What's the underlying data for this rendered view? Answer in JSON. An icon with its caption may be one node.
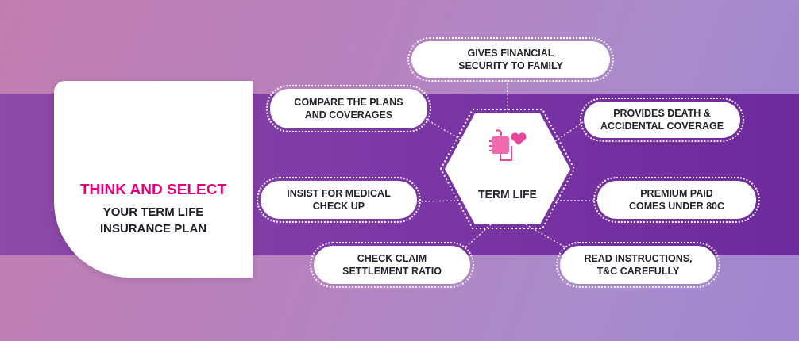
{
  "diagram": {
    "nodes": [
      {
        "text": [
          "THINK AND SELECT",
          "YOUR TERM LIFE INSURANCE PLAN"
        ]
      },
      {
        "text": [
          "TERM LIFE"
        ]
      },
      {
        "text": [
          "GIVES FINANCIAL SECURITY TO FAMILY"
        ]
      },
      {
        "text": [
          "COMPARE THE PLANS AND COVERAGES"
        ]
      },
      {
        "text": [
          "PROVIDES DEATH & ACCIDENTAL COVERAGE"
        ]
      },
      {
        "text": [
          "INSIST FOR MEDICAL CHECK UP"
        ]
      },
      {
        "text": [
          "PREMIUM PAID COMES UNDER 80C"
        ]
      },
      {
        "text": [
          "CHECK CLAIM SETTLEMENT RATIO"
        ]
      },
      {
        "text": [
          "READ INSTRUCTIONS, T&C CAREFULLY"
        ]
      }
    ],
    "edges": [
      {
        "from": 1,
        "to": 2,
        "arrow": "none"
      },
      {
        "from": 1,
        "to": 3,
        "arrow": "none"
      },
      {
        "from": 1,
        "to": 4,
        "arrow": "none"
      },
      {
        "from": 1,
        "to": 5,
        "arrow": "none"
      },
      {
        "from": 1,
        "to": 6,
        "arrow": "none"
      },
      {
        "from": 1,
        "to": 7,
        "arrow": "none"
      },
      {
        "from": 1,
        "to": 8,
        "arrow": "none"
      }
    ]
  }
}
